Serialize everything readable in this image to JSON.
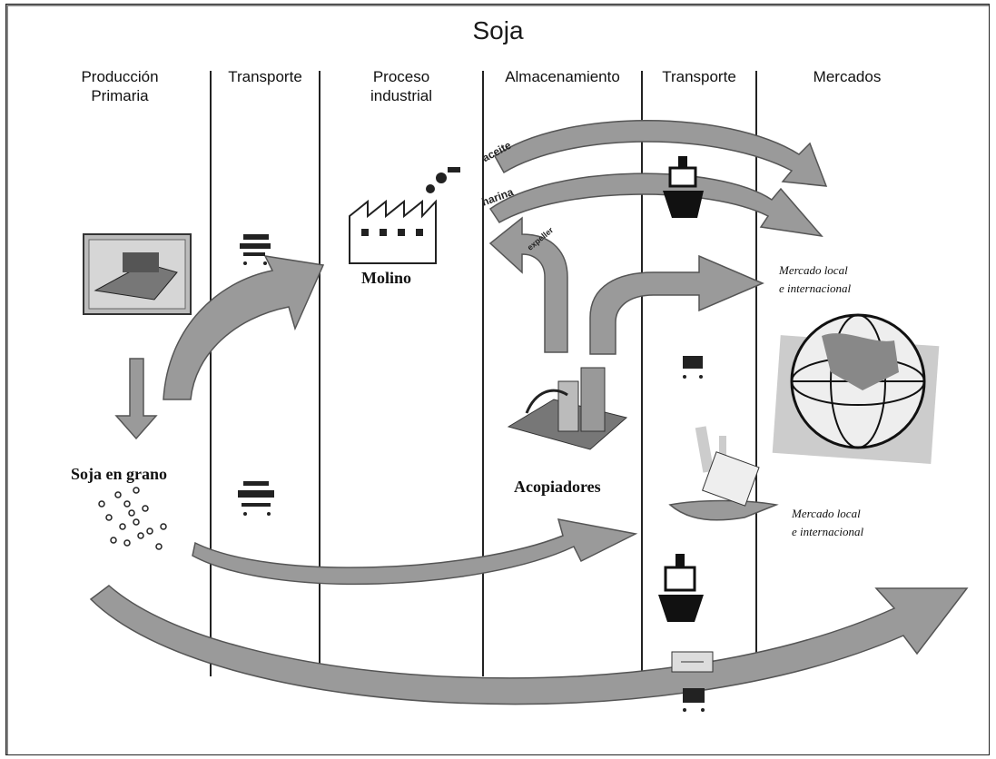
{
  "title": "Soja",
  "columns": [
    {
      "label": "Producción\nPrimaria"
    },
    {
      "label": "Transporte"
    },
    {
      "label": "Proceso\nindustrial"
    },
    {
      "label": "Almacenamiento"
    },
    {
      "label": "Transporte"
    },
    {
      "label": "Mercados"
    }
  ],
  "nodes": {
    "molino": "Molino",
    "soja_grano": "Soja en grano",
    "acopiadores": "Acopiadores",
    "mercado_1": "Mercado local\ne internacional",
    "mercado_2": "Mercado local\ne internacional"
  },
  "arrow_labels": {
    "aceite": "aceite",
    "harina": "harina",
    "subproducto": "expeller"
  },
  "colors": {
    "arrow_fill": "#9a9a9a",
    "arrow_stroke": "#555555",
    "line": "#222222"
  },
  "icons": [
    "harvester-icon",
    "truck-icon",
    "factory-icon",
    "ship-icon",
    "train-icon",
    "warehouse-icon",
    "globe-icon",
    "contract-icon",
    "soybean-icon"
  ]
}
